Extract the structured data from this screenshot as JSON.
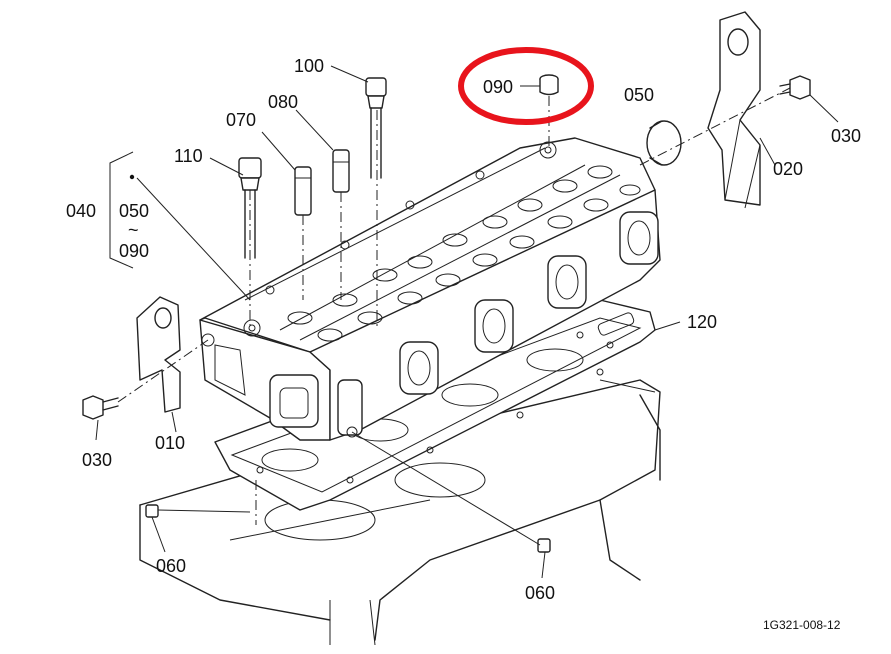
{
  "diagram": {
    "labels": {
      "p100": "100",
      "p090_top": "090",
      "p050": "050",
      "p080": "080",
      "p070": "070",
      "p110": "110",
      "p030_right": "030",
      "p020": "020",
      "p040": "040",
      "p050_range": "050",
      "range_sep": "~",
      "p090_range": "090",
      "p120": "120",
      "p030_left": "030",
      "p010": "010",
      "p060_left": "060",
      "p060_bottom": "060"
    },
    "reference_code": "1G321-008-12",
    "highlight": {
      "part": "090",
      "color": "#e8141c"
    },
    "line_color": "#222222"
  }
}
